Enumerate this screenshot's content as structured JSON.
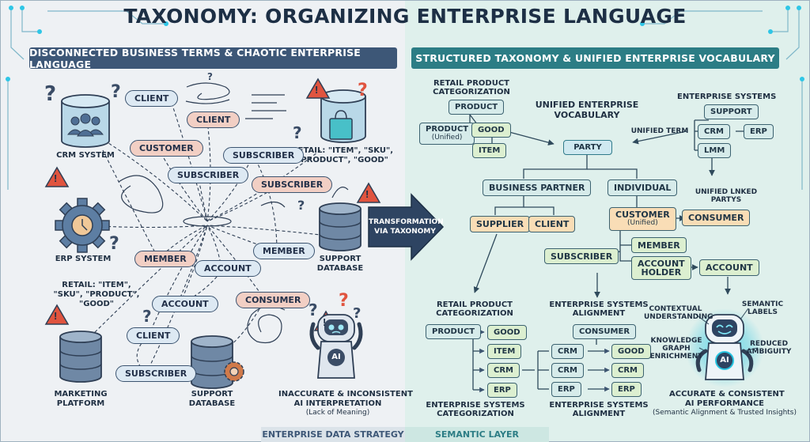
{
  "title": "TAXONOMY: ORGANIZING ENTERPRISE LANGUAGE",
  "left": {
    "banner": "DISCONNECTED BUSINESS TERMS & CHAOTIC ENTERPRISE LANGUAGE",
    "systems": {
      "crm": "CRM SYSTEM",
      "erp": "ERP SYSTEM",
      "retail_1": "RETAIL: \"ITEM\", \"SKU\",",
      "retail_2": "\"PRODUCT\", \"GOOD\"",
      "support_1": "SUPPORT",
      "support_2": "DATABASE",
      "retail_b1": "RETAIL: \"ITEM\",",
      "retail_b2": "\"SKU\", \"PRODUCT\",",
      "retail_b3": "\"GOOD\"",
      "marketing_1": "MARKETING",
      "marketing_2": "PLATFORM",
      "support_b1": "SUPPORT",
      "support_b2": "DATABASE",
      "ai_1": "INACCURATE & INCONSISTENT",
      "ai_2": "AI INTERPRETATION",
      "ai_3": "(Lack of Meaning)",
      "ai_badge": "AI"
    },
    "terms": {
      "client_1": "CLIENT",
      "client_2": "CLIENT",
      "customer_1": "CUSTOMER",
      "subscriber_1": "SUBSCRIBER",
      "subscriber_2": "SUBSCRIBER",
      "subscriber_3": "SUBSCRIBER",
      "member_1": "MEMBER",
      "member_2": "MEMBER",
      "account_1": "ACCOUNT",
      "account_2": "ACCOUNT",
      "consumer_1": "CONSUMER",
      "client_3": "CLIENT",
      "subscriber_4": "SUBSCRIBER"
    },
    "glyphs": {
      "question": "?",
      "warning": "!"
    }
  },
  "transform": {
    "line1": "TRANSFORMATION",
    "line2": "VIA TAXONOMY"
  },
  "right": {
    "banner": "STRUCTURED TAXONOMY & UNIFIED ENTERPRISE VOCABULARY",
    "retail_top": {
      "heading_1": "RETAIL PRODUCT",
      "heading_2": "CATEGORIZATION",
      "product": "PRODUCT",
      "product_unified": "PRODUCT",
      "unified_note": "(Unified)",
      "good": "GOOD",
      "item": "ITEM"
    },
    "vocab": {
      "heading_1": "UNIFIED ENTERPRISE",
      "heading_2": "VOCABULARY"
    },
    "enterprise_top": {
      "heading": "ENTERPRISE SYSTEMS",
      "support": "SUPPORT",
      "crm": "CRM",
      "erp": "ERP",
      "lmm": "LMM"
    },
    "unified_term": "UNIFIED TERM",
    "unified_linked_1": "UNIFIED LNKED",
    "unified_linked_2": "PARTYS",
    "party": "PARTY",
    "business_partner": "BUSINESS PARTNER",
    "individual": "INDIVIDUAL",
    "supplier": "SUPPLIER",
    "client": "CLIENT",
    "customer": "CUSTOMER",
    "customer_note": "(Unified)",
    "consumer": "CONSUMER",
    "member": "MEMBER",
    "subscriber": "SUBSCRIBER",
    "account_holder_1": "ACCOUNT",
    "account_holder_2": "HOLDER",
    "account": "ACCOUNT",
    "retail_bottom": {
      "heading_1": "RETAIL PRODUCT",
      "heading_2": "CATEGORIZATION",
      "product": "PRODUCT",
      "good": "GOOD",
      "item": "ITEM",
      "crm": "CRM",
      "erp": "ERP",
      "foot_1": "ENTERPRISE SYSTEMS",
      "foot_2": "CATEGORIZATION"
    },
    "align_bottom": {
      "heading_1": "ENTERPRISE SYSTEMS",
      "heading_2": "ALIGNMENT",
      "consumer": "CONSUMER",
      "crm_1": "CRM",
      "good": "GOOD",
      "crm_2": "CRM",
      "crm_3": "CRM",
      "erp_1": "ERP",
      "erp_2": "ERP",
      "foot_1": "ENTERPRISE SYSTEMS",
      "foot_2": "ALIGNMENT"
    },
    "ai": {
      "contextual_1": "CONTEXTUAL",
      "contextual_2": "UNDERSTANDING",
      "semantic_1": "SEMANTIC",
      "semantic_2": "LABELS",
      "knowledge_1": "KNOWLEDGE",
      "knowledge_2": "GRAPH",
      "knowledge_3": "ENRICHMENT",
      "reduced_1": "REDUCED",
      "reduced_2": "AMBIGUITY",
      "badge": "AI",
      "result_1": "ACCURATE & CONSISTENT",
      "result_2": "AI PERFORMANCE",
      "result_3": "(Semantic Alignment & Trusted Insights)"
    }
  },
  "footer": {
    "left": "ENTERPRISE DATA STRATEGY",
    "right": "SEMANTIC LAYER"
  },
  "colors": {
    "left_bg": "#eef1f4",
    "right_bg": "#dff0ec",
    "left_banner": "#3d5777",
    "right_banner": "#2c7d85",
    "warning": "#e0543f",
    "question": "#3a4c66",
    "pill_blue": "#dde9f3",
    "pill_red": "#f2cfc4",
    "box_teal": "#d6ebea",
    "box_green": "#dcefd0",
    "box_orange": "#f9ddb6",
    "glow": "#27c3e0"
  },
  "icons": [
    "people-icon",
    "gear-icon",
    "database-icon",
    "shopping-bag-icon",
    "warning-icon",
    "question-icon",
    "robot-icon",
    "arrow-right-icon"
  ]
}
